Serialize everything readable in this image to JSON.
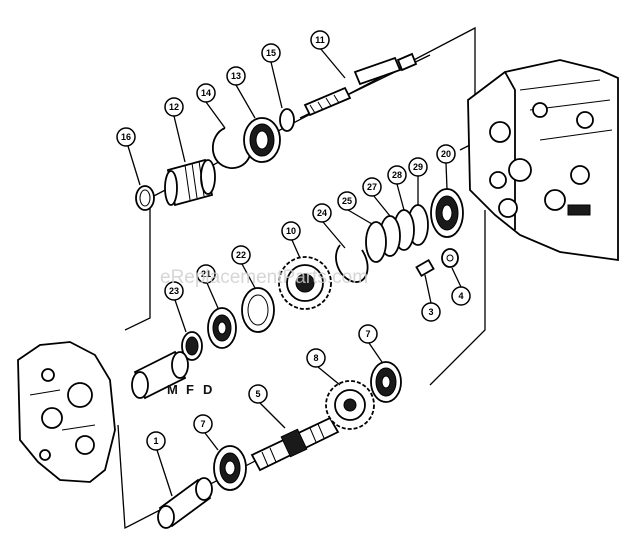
{
  "watermark": "eReplacementParts.com",
  "assembly_label": {
    "m": "M",
    "f": "F",
    "d": "D"
  },
  "callouts": [
    {
      "id": "c11",
      "text": "11"
    },
    {
      "id": "c12",
      "text": "12"
    },
    {
      "id": "c14",
      "text": "14"
    },
    {
      "id": "c13",
      "text": "13"
    },
    {
      "id": "c15",
      "text": "15"
    },
    {
      "id": "c16",
      "text": "16"
    },
    {
      "id": "c20",
      "text": "20"
    },
    {
      "id": "c29",
      "text": "29"
    },
    {
      "id": "c28",
      "text": "28"
    },
    {
      "id": "c27",
      "text": "27"
    },
    {
      "id": "c25",
      "text": "25"
    },
    {
      "id": "c24",
      "text": "24"
    },
    {
      "id": "c10",
      "text": "10"
    },
    {
      "id": "c22",
      "text": "22"
    },
    {
      "id": "c21",
      "text": "21"
    },
    {
      "id": "c23",
      "text": "23"
    },
    {
      "id": "c3",
      "text": "3"
    },
    {
      "id": "c4",
      "text": "4"
    },
    {
      "id": "c7a",
      "text": "7"
    },
    {
      "id": "c8",
      "text": "8"
    },
    {
      "id": "c5",
      "text": "5"
    },
    {
      "id": "c7b",
      "text": "7"
    },
    {
      "id": "c1",
      "text": "1"
    }
  ]
}
